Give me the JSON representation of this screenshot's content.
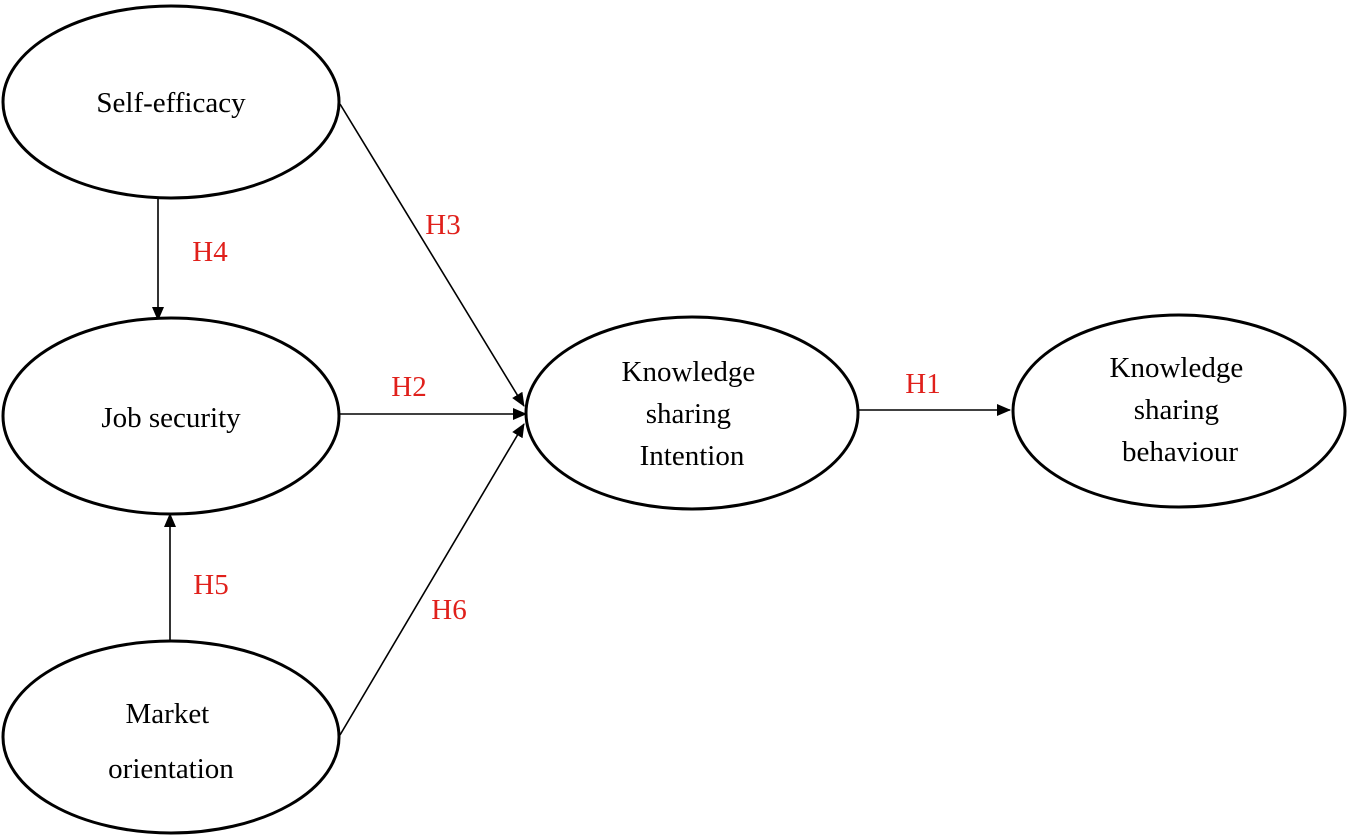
{
  "diagram": {
    "label_color": "#e0201b",
    "line_color": "#000000",
    "nodes": [
      {
        "id": "self-efficacy",
        "lines": [
          "Self-efficacy"
        ]
      },
      {
        "id": "job-security",
        "lines": [
          "Job security"
        ]
      },
      {
        "id": "market-orientation",
        "lines": [
          "Market",
          "orientation"
        ]
      },
      {
        "id": "knowledge-sharing-intention",
        "lines": [
          "Knowledge",
          "sharing",
          "Intention"
        ]
      },
      {
        "id": "knowledge-sharing-behaviour",
        "lines": [
          "Knowledge",
          "sharing",
          "behaviour"
        ]
      }
    ],
    "edges": [
      {
        "id": "h1",
        "from": "knowledge-sharing-intention",
        "to": "knowledge-sharing-behaviour",
        "label": "H1"
      },
      {
        "id": "h2",
        "from": "job-security",
        "to": "knowledge-sharing-intention",
        "label": "H2"
      },
      {
        "id": "h3",
        "from": "self-efficacy",
        "to": "knowledge-sharing-intention",
        "label": "H3"
      },
      {
        "id": "h4",
        "from": "self-efficacy",
        "to": "job-security",
        "label": "H4"
      },
      {
        "id": "h5",
        "from": "market-orientation",
        "to": "job-security",
        "label": "H5"
      },
      {
        "id": "h6",
        "from": "market-orientation",
        "to": "knowledge-sharing-intention",
        "label": "H6"
      }
    ]
  }
}
